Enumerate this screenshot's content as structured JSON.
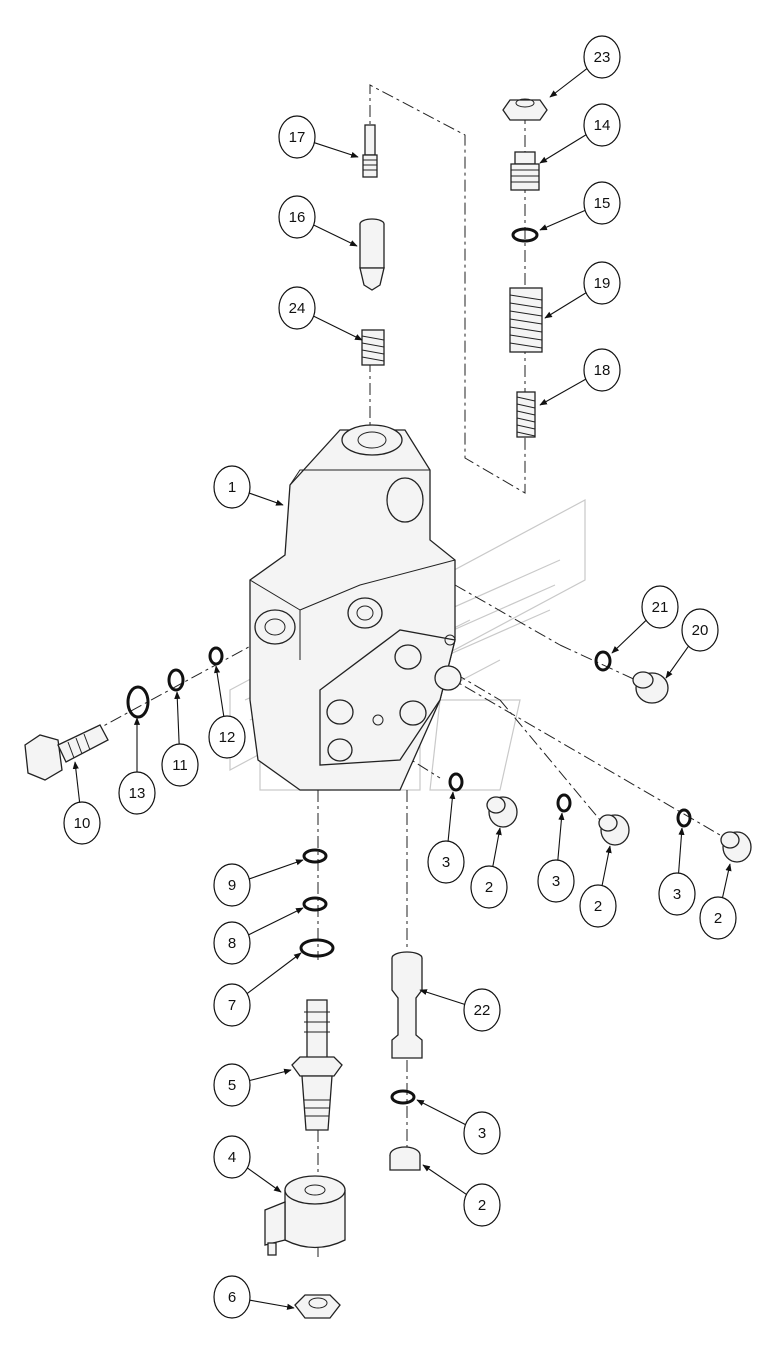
{
  "diagram": {
    "kind": "exploded parts diagram",
    "colors": {
      "line": "#222222",
      "watermark": "#c9c9c9",
      "background": "#ffffff"
    },
    "callouts": [
      {
        "id": "c23",
        "label": "23"
      },
      {
        "id": "c14",
        "label": "14"
      },
      {
        "id": "c17",
        "label": "17"
      },
      {
        "id": "c15",
        "label": "15"
      },
      {
        "id": "c16",
        "label": "16"
      },
      {
        "id": "c19",
        "label": "19"
      },
      {
        "id": "c24",
        "label": "24"
      },
      {
        "id": "c18",
        "label": "18"
      },
      {
        "id": "c1",
        "label": "1"
      },
      {
        "id": "c21",
        "label": "21"
      },
      {
        "id": "c20",
        "label": "20"
      },
      {
        "id": "c12",
        "label": "12"
      },
      {
        "id": "c13",
        "label": "13"
      },
      {
        "id": "c11",
        "label": "11"
      },
      {
        "id": "c10",
        "label": "10"
      },
      {
        "id": "c3a",
        "label": "3"
      },
      {
        "id": "c2a",
        "label": "2"
      },
      {
        "id": "c3b",
        "label": "3"
      },
      {
        "id": "c2b",
        "label": "2"
      },
      {
        "id": "c3c",
        "label": "3"
      },
      {
        "id": "c2c",
        "label": "2"
      },
      {
        "id": "c9",
        "label": "9"
      },
      {
        "id": "c8",
        "label": "8"
      },
      {
        "id": "c7",
        "label": "7"
      },
      {
        "id": "c22",
        "label": "22"
      },
      {
        "id": "c5",
        "label": "5"
      },
      {
        "id": "c3d",
        "label": "3"
      },
      {
        "id": "c4",
        "label": "4"
      },
      {
        "id": "c2d",
        "label": "2"
      },
      {
        "id": "c6",
        "label": "6"
      }
    ]
  }
}
